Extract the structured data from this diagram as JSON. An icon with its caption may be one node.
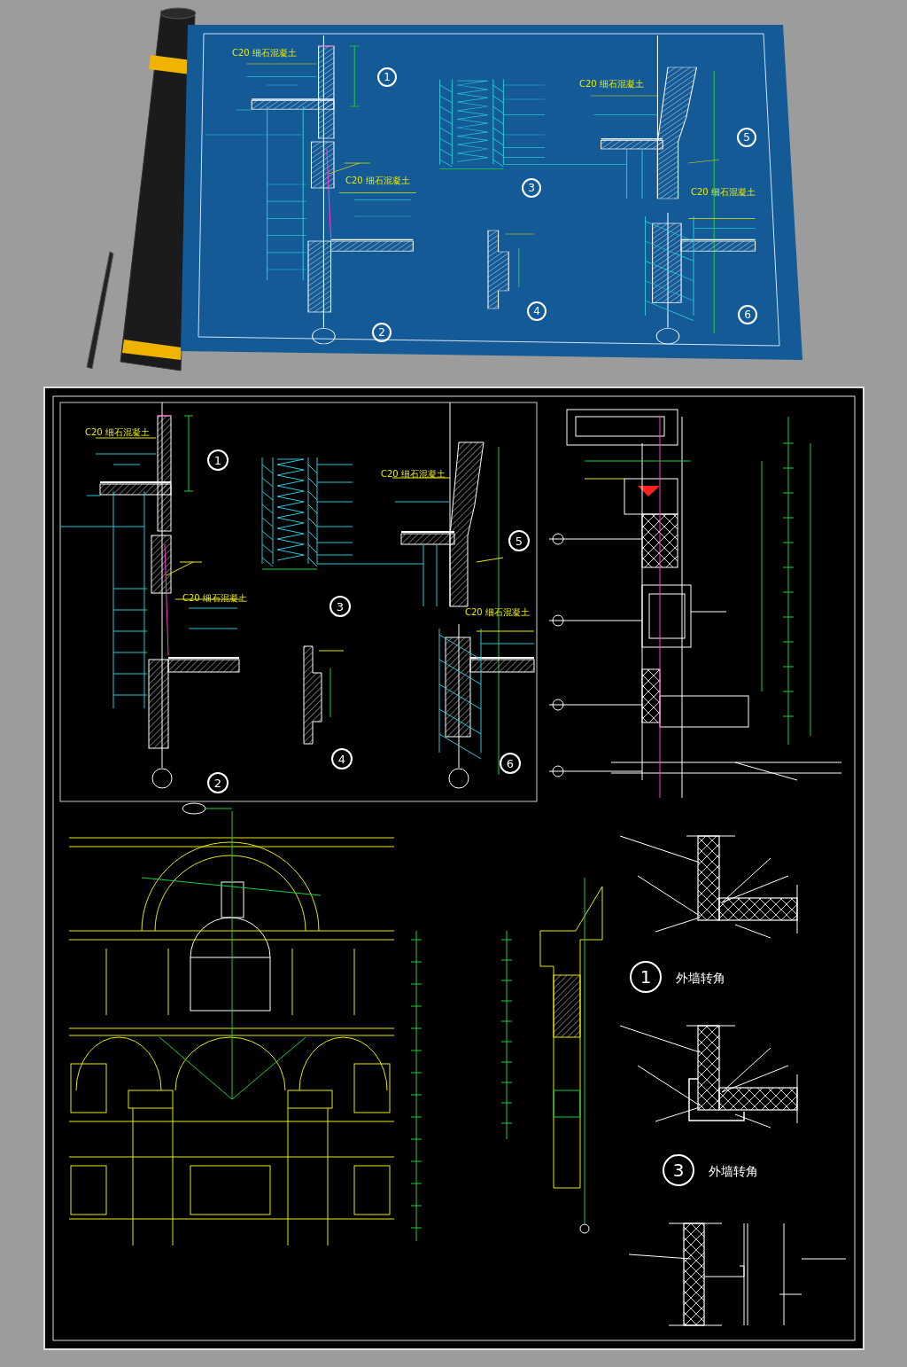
{
  "diagram": {
    "labels": [
      "C20 细石混凝土",
      "1",
      "C20 细石混凝土",
      "5",
      "3",
      "C20 细石混凝土",
      "C20 细石混凝土",
      "2",
      "4",
      "6",
      "C20 细石混凝土",
      "1",
      "C20 细石混凝土",
      "5",
      "3",
      "C20 细石混凝土",
      "C20 细石混凝土",
      "2",
      "4",
      "6",
      "1",
      "外墙转角",
      "3",
      "外墙转角"
    ]
  }
}
